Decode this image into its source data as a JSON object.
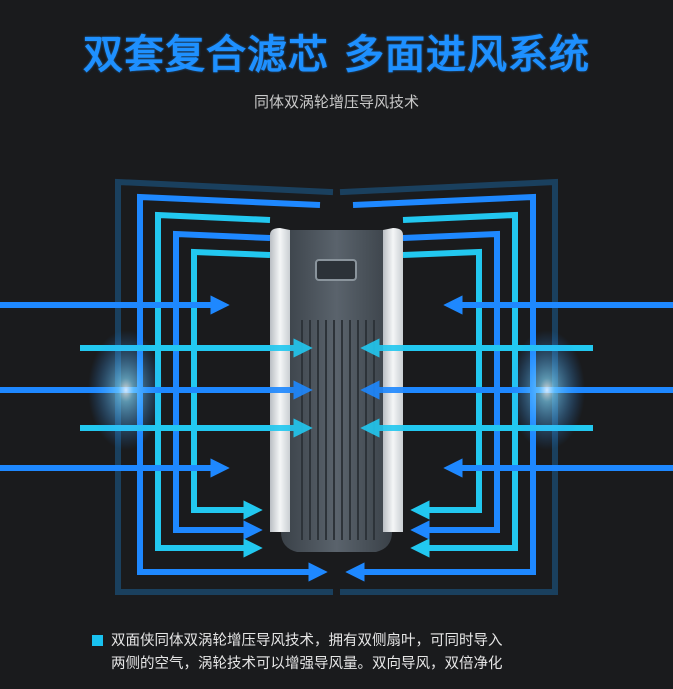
{
  "header": {
    "title": "双套复合滤芯 多面进风系统",
    "subtitle": "同体双涡轮增压导风技术"
  },
  "description": {
    "line1": "双面侠同体双涡轮增压导风技术，拥有双侧扇叶，可同时导入",
    "line2": "两侧的空气，涡轮技术可以增强导风量。双向导风，双倍净化"
  },
  "colors": {
    "background": "#1a1b1d",
    "title": "#1e90ff",
    "arrow_blue": "#1e88ff",
    "arrow_cyan": "#22c8f0",
    "bullet": "#19c2f0"
  },
  "illustration": {
    "device": "air-purifier",
    "airflow_icon": "airflow-arrows"
  }
}
